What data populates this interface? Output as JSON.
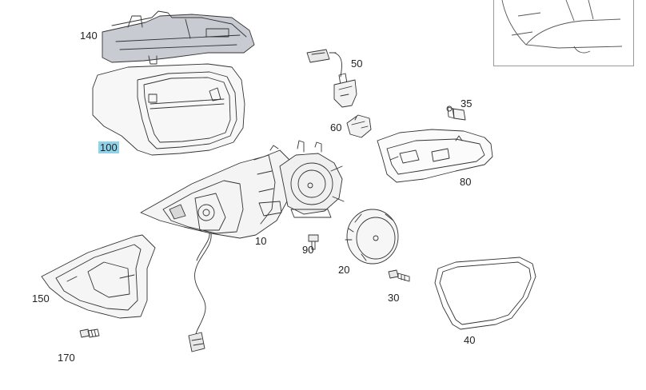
{
  "diagram": {
    "parts": [
      {
        "id": "140",
        "label": "140"
      },
      {
        "id": "100",
        "label": "100",
        "highlighted": true
      },
      {
        "id": "50",
        "label": "50"
      },
      {
        "id": "35",
        "label": "35"
      },
      {
        "id": "60",
        "label": "60"
      },
      {
        "id": "80",
        "label": "80"
      },
      {
        "id": "10",
        "label": "10"
      },
      {
        "id": "90",
        "label": "90"
      },
      {
        "id": "20",
        "label": "20"
      },
      {
        "id": "30",
        "label": "30"
      },
      {
        "id": "150",
        "label": "150"
      },
      {
        "id": "40",
        "label": "40"
      },
      {
        "id": "170",
        "label": "170"
      }
    ],
    "highlight_color": "#8fd3ea",
    "line_color": "#333333"
  }
}
